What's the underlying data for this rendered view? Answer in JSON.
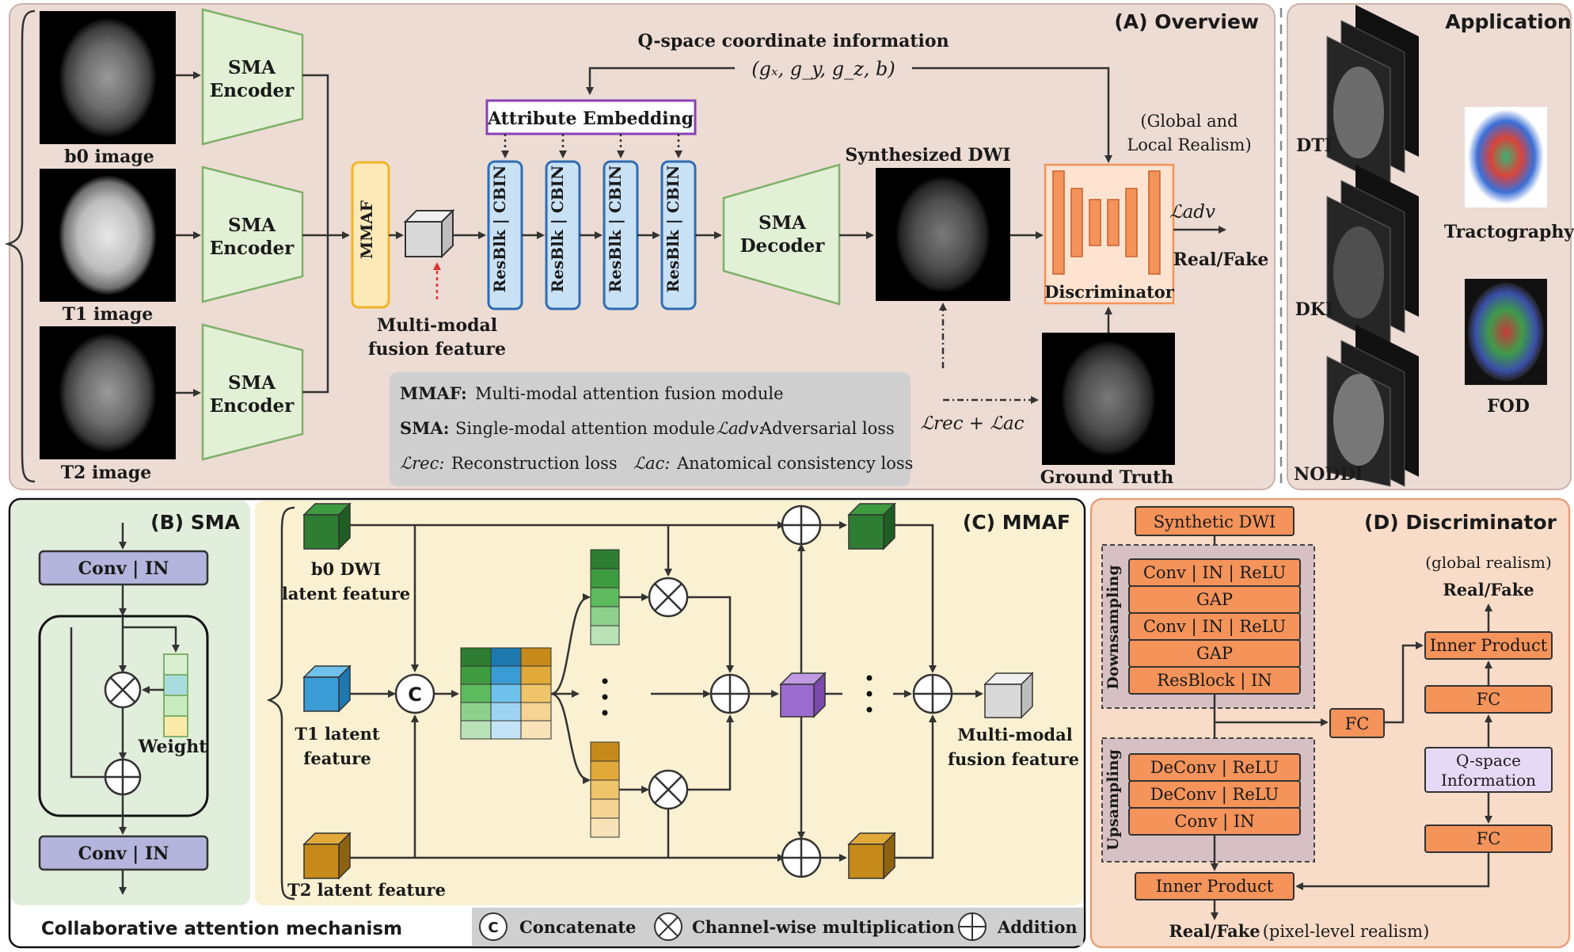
{
  "panel_a": {
    "title": "(A) Overview",
    "qspace_label": "Q-space coordinate information",
    "qspace_coords": "(gₓ, g_y, g_z, b)",
    "attribute_embedding": "Attribute Embedding",
    "inputs": [
      {
        "caption": "b0 image",
        "encoder": [
          "SMA",
          "Encoder"
        ]
      },
      {
        "caption": "T1 image",
        "encoder": [
          "SMA",
          "Encoder"
        ]
      },
      {
        "caption": "T2 image",
        "encoder": [
          "SMA",
          "Encoder"
        ]
      }
    ],
    "mmaf": "MMAF",
    "fusion_caption": [
      "Multi-modal",
      "fusion feature"
    ],
    "resblocks": [
      "ResBlk | CBIN",
      "ResBlk | CBIN",
      "ResBlk | CBIN",
      "ResBlk | CBIN"
    ],
    "decoder": [
      "SMA",
      "Decoder"
    ],
    "synth_label": "Synthesized DWI",
    "realism_label": [
      "(Global and",
      "Local Realism)"
    ],
    "discriminator": "Discriminator",
    "adv_loss": "ℒadv",
    "real_fake": "Real/Fake",
    "ground_truth": "Ground Truth",
    "rec_ac_loss": "ℒrec + ℒac",
    "legend": {
      "mmaf_key": "MMAF:",
      "mmaf_text": "Multi-modal attention fusion module",
      "sma_key": "SMA:",
      "sma_text": "Single-modal attention module",
      "adv_key": "ℒadv:",
      "adv_text": "Adversarial loss",
      "rec_key": "ℒrec:",
      "rec_text": "Reconstruction loss",
      "ac_key": "ℒac:",
      "ac_text": "Anatomical consistency loss"
    }
  },
  "application": {
    "title": "Application",
    "items": [
      "DTI",
      "DKI",
      "NODDI",
      "Tractography",
      "FOD"
    ]
  },
  "panel_b": {
    "title": "(B) SMA",
    "conv_top": "Conv | IN",
    "conv_bottom": "Conv | IN",
    "weight": "Weight"
  },
  "panel_c": {
    "title": "(C) MMAF",
    "b0_label": [
      "b0 DWI",
      "latent feature"
    ],
    "t1_label": [
      "T1 latent",
      "feature"
    ],
    "t2_label": "T2 latent feature",
    "concat_symbol": "C",
    "output_label": [
      "Multi-modal",
      "fusion feature"
    ]
  },
  "footer": {
    "title": "Collaborative attention mechanism",
    "concatenate": "Concatenate",
    "multiplication": "Channel-wise multiplication",
    "addition": "Addition"
  },
  "panel_d": {
    "title": "(D) Discriminator",
    "synthetic_dwi": "Synthetic DWI",
    "downsampling": "Downsampling",
    "down_layers": [
      "Conv | IN | ReLU",
      "GAP",
      "Conv | IN | ReLU",
      "GAP",
      "ResBlock | IN"
    ],
    "upsampling": "Upsampling",
    "up_layers": [
      "DeConv | ReLU",
      "DeConv | ReLU",
      "Conv | IN"
    ],
    "inner_product": "Inner Product",
    "fc_mid": "FC",
    "global_realism": "(global realism)",
    "global_real_fake": "Real/Fake",
    "inner_product_top": "Inner Product",
    "fc_top": "FC",
    "qspace_info": [
      "Q-space",
      "Information"
    ],
    "fc_bottom": "FC",
    "bottom_real_fake": "Real/Fake",
    "pixel_realism": "(pixel-level realism)"
  },
  "colors": {
    "panel_a_bg": "#eddcd4",
    "panel_b_bg": "#e2eedc",
    "panel_c_bg": "#faf1d2",
    "panel_d_bg": "#f9dcc8",
    "encoder_fill": "#e2f0d6",
    "encoder_stroke": "#7fb069",
    "resblk_fill": "#c9e1f5",
    "resblk_stroke": "#2f6db3",
    "mmaf_fill": "#fde9b8",
    "mmaf_stroke": "#f0b429",
    "disc_orange": "#f4935a",
    "purple": "#9b6bcf",
    "b0_green": "#2e7d32",
    "t1_blue": "#3a9bd5",
    "t2_gold": "#c58a19"
  }
}
